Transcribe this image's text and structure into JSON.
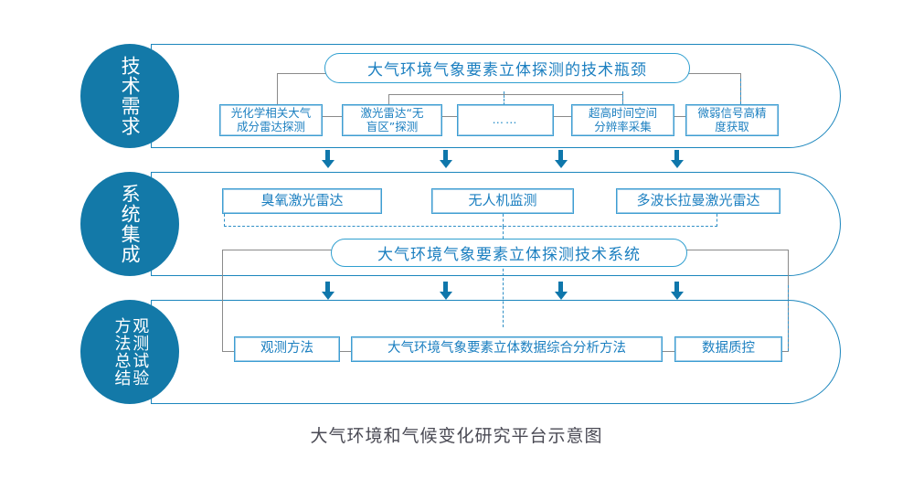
{
  "caption": "大气环境和气候变化研究平台示意图",
  "rows": [
    {
      "circle_label": "技术需求",
      "headline": "大气环境气象要素立体探测的技术瓶颈",
      "boxes": [
        {
          "line1": "光化学相关大气",
          "line2": "成分雷达探测"
        },
        {
          "line1": "激光雷达“无",
          "line2": "盲区”探测"
        },
        {
          "line1": "……",
          "line2": ""
        },
        {
          "line1": "超高时间空间",
          "line2": "分辨率采集"
        },
        {
          "line1": "微弱信号高精",
          "line2": "度获取"
        }
      ]
    },
    {
      "circle_label": "系统集成",
      "headline": "大气环境气象要素立体探测技术系统",
      "boxes": [
        {
          "line1": "臭氧激光雷达"
        },
        {
          "line1": "无人机监测"
        },
        {
          "line1": "多波长拉曼激光雷达"
        }
      ]
    },
    {
      "circle_label_right": "观测试验",
      "circle_label_left": "方法总结",
      "boxes": [
        {
          "line1": "观测方法"
        },
        {
          "line1": "大气环境气象要素立体数据综合分析方法"
        },
        {
          "line1": "数据质控"
        }
      ]
    }
  ],
  "colors": {
    "circle_fill": "#1379a8",
    "band_stroke": "#1b86bd",
    "box_stroke": "#3d9ed3",
    "text_blue": "#1b7fc0",
    "arrow": "#0f77ab",
    "connector_gray": "#8a8a8a",
    "caption_text": "#4a4a54"
  }
}
